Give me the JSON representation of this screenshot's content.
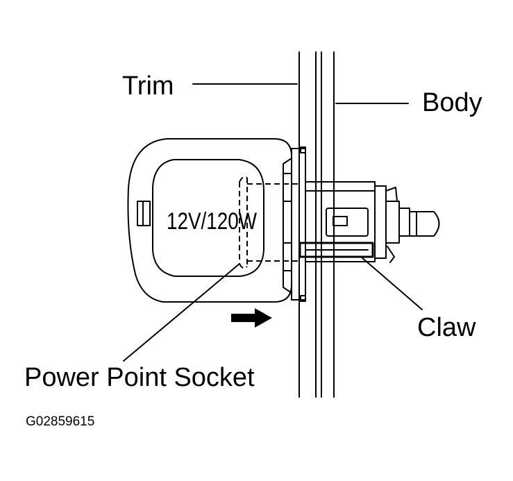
{
  "labels": {
    "trim": "Trim",
    "body": "Body",
    "claw": "Claw",
    "power_point_socket": "Power Point Socket",
    "socket_rating": "12V/120W"
  },
  "figure_id": "G02859615"
}
